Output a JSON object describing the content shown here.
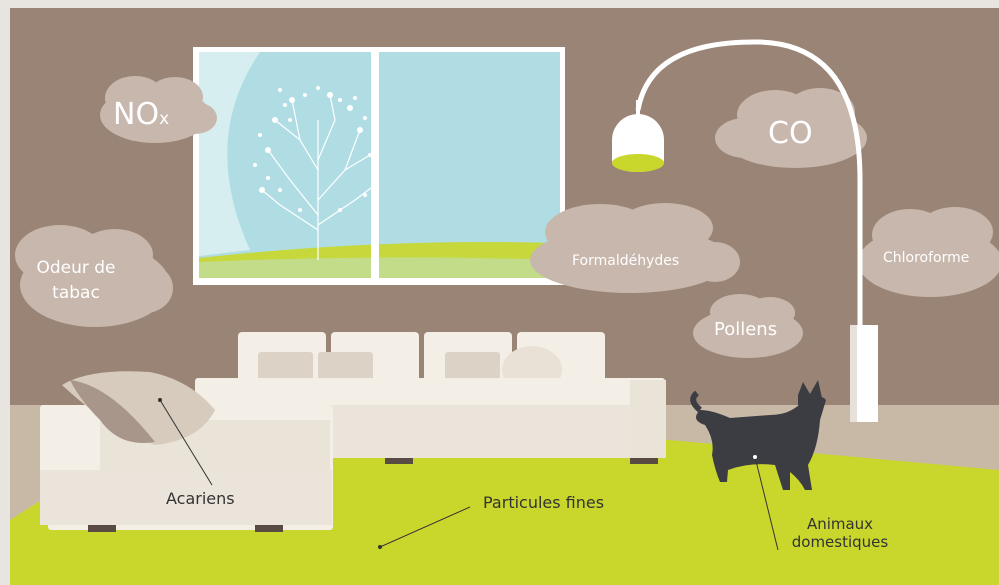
{
  "labels": {
    "nox": "NO",
    "nox_sub": "x",
    "co": "CO",
    "tobacco_line1": "Odeur de",
    "tobacco_line2": "tabac",
    "formaldehydes": "Formaldéhydes",
    "chloroform": "Chloroforme",
    "pollens": "Pollens",
    "mites": "Acariens",
    "fine_particles": "Particules fines",
    "pets_line1": "Animaux",
    "pets_line2": "domestiques"
  },
  "colors": {
    "wall": "#9a8476",
    "floor": "#c8b9a6",
    "rug": "#c9d72d",
    "sky": "#b0dde4",
    "cloud": "#c8b7ac",
    "sofa": "#f3eee6",
    "cat": "#3c3d42",
    "lamp": "#ffffff"
  }
}
